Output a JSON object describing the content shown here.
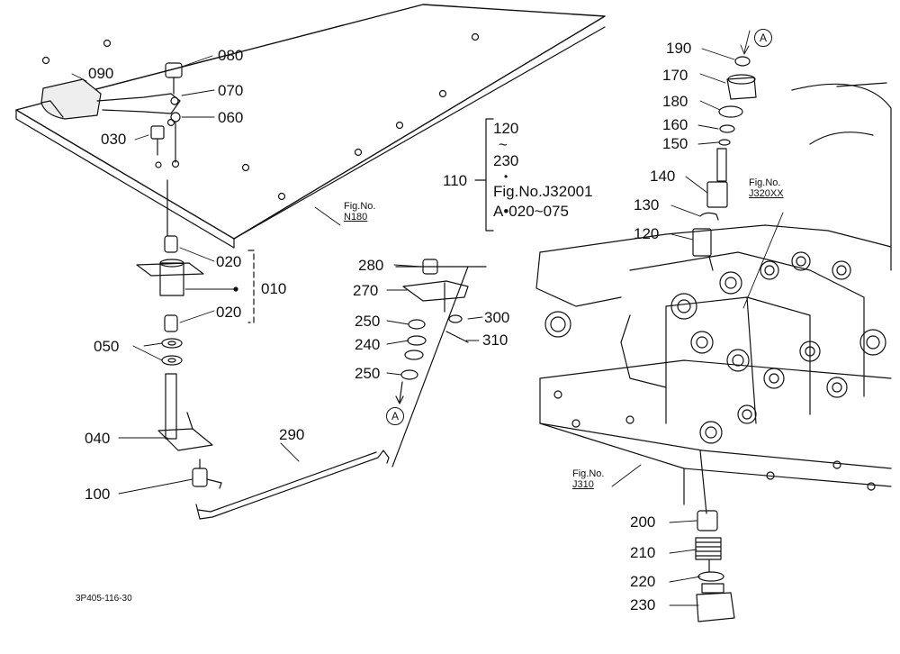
{
  "diagram": {
    "callouts": {
      "p080": "080",
      "p090": "090",
      "p070": "070",
      "p060": "060",
      "p030": "030",
      "p020a": "020",
      "p010": "010",
      "p020b": "020",
      "p050": "050",
      "p040": "040",
      "p100": "100",
      "p290": "290",
      "p280": "280",
      "p270": "270",
      "p250a": "250",
      "p240": "240",
      "p250b": "250",
      "p300": "300",
      "p310": "310",
      "p110": "110",
      "p190": "190",
      "p170": "170",
      "p180": "180",
      "p160": "160",
      "p150": "150",
      "p140": "140",
      "p130": "130",
      "p120": "120",
      "p200": "200",
      "p210": "210",
      "p220": "220",
      "p230": "230"
    },
    "figure_refs": {
      "n180": {
        "line1": "Fig.No.",
        "line2": "N180"
      },
      "j320xx": {
        "line1": "Fig.No.",
        "line2": "J320XX"
      },
      "j310": {
        "line1": "Fig.No.",
        "line2": "J310"
      }
    },
    "group_note": {
      "line1": "120",
      "line2": "~",
      "line3": "230",
      "line4": "•",
      "line5": "Fig.No.J32001",
      "line6": "A•020~075"
    },
    "connector_mark": "A",
    "drawing_code": "3P405-116-30"
  }
}
